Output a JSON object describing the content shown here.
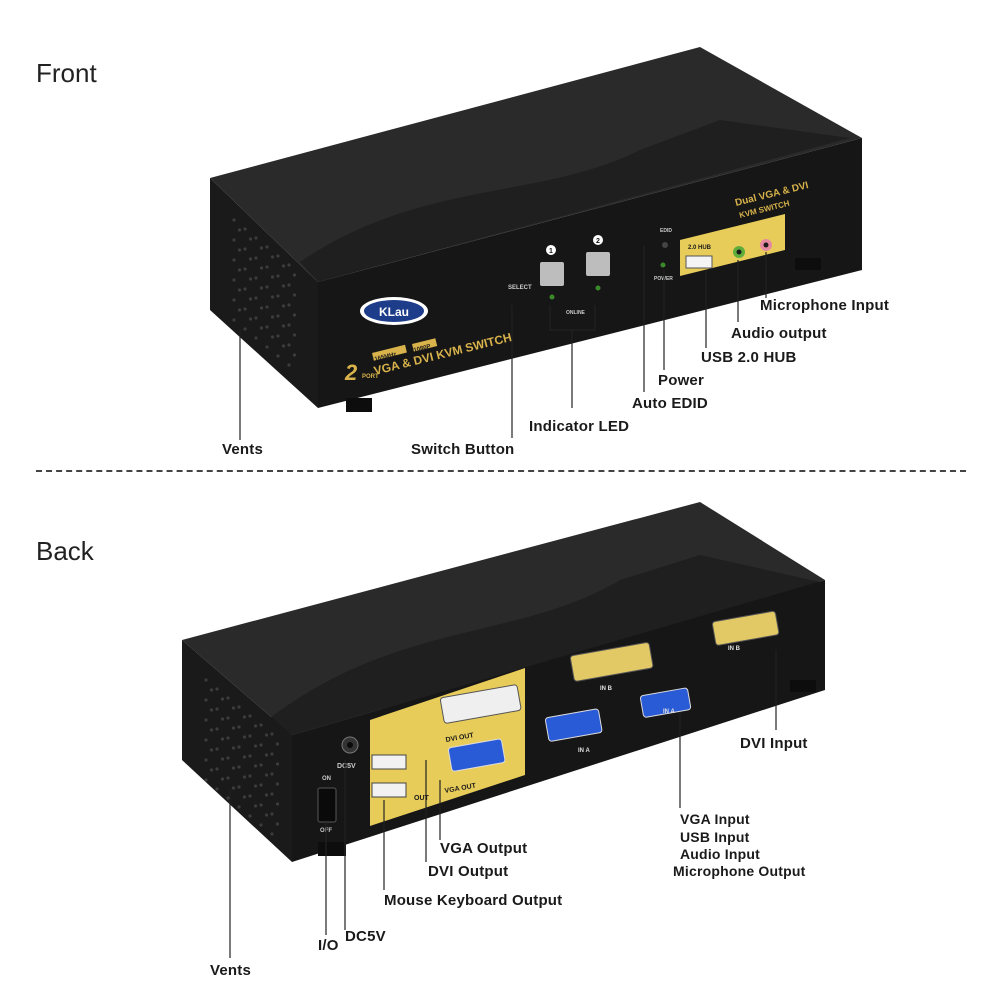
{
  "sections": {
    "front_title": "Front",
    "back_title": "Back"
  },
  "front": {
    "brand_logo": "KLau",
    "model_text": "VGA & DVI KVM SWITCH",
    "port_count": "2",
    "port_word": "PORT",
    "badge_res": "1080P",
    "badge_freq": "165MHz",
    "top_right_line1": "Dual VGA & DVI",
    "top_right_line2": "KVM SWITCH",
    "select_text": "SELECT",
    "button1_num": "1",
    "button2_num": "2",
    "online_text": "ONLINE",
    "edid_text": "EDID",
    "power_text": "POWER",
    "hub_text": "2.0 HUB",
    "labels": {
      "vents": "Vents",
      "switch_button": "Switch Button",
      "indicator_led": "Indicator LED",
      "auto_edid": "Auto EDID",
      "power": "Power",
      "usb_hub": "USB 2.0 HUB",
      "audio_output": "Audio output",
      "microphone_input": "Microphone Input"
    }
  },
  "back": {
    "dc_text": "DC5V",
    "on_text": "ON",
    "off_text": "OFF",
    "out_text": "OUT",
    "dvi_out": "DVI OUT",
    "vga_out": "VGA OUT",
    "in1_b": "IN B",
    "in2_b": "IN B",
    "in1_a": "IN A",
    "in2_a": "IN A",
    "labels": {
      "dvi_input": "DVI Input",
      "vga_input": "VGA Input",
      "usb_input": "USB Input",
      "audio_input": "Audio Input",
      "microphone_output": "Microphone Output",
      "vga_output": "VGA Output",
      "dvi_output": "DVI Output",
      "mouse_keyboard_output": "Mouse Keyboard Output",
      "dc5v": "DC5V",
      "io": "I/O",
      "vents": "Vents"
    }
  },
  "colors": {
    "body_dark": "#1c1c1c",
    "gold_panel": "#e8cc5a",
    "gold_text": "#d8b24a",
    "led_green": "#3a8a2a",
    "audio_green": "#5fae3c",
    "mic_pink": "#e58aa0",
    "vga_blue": "#2a5bd7"
  }
}
